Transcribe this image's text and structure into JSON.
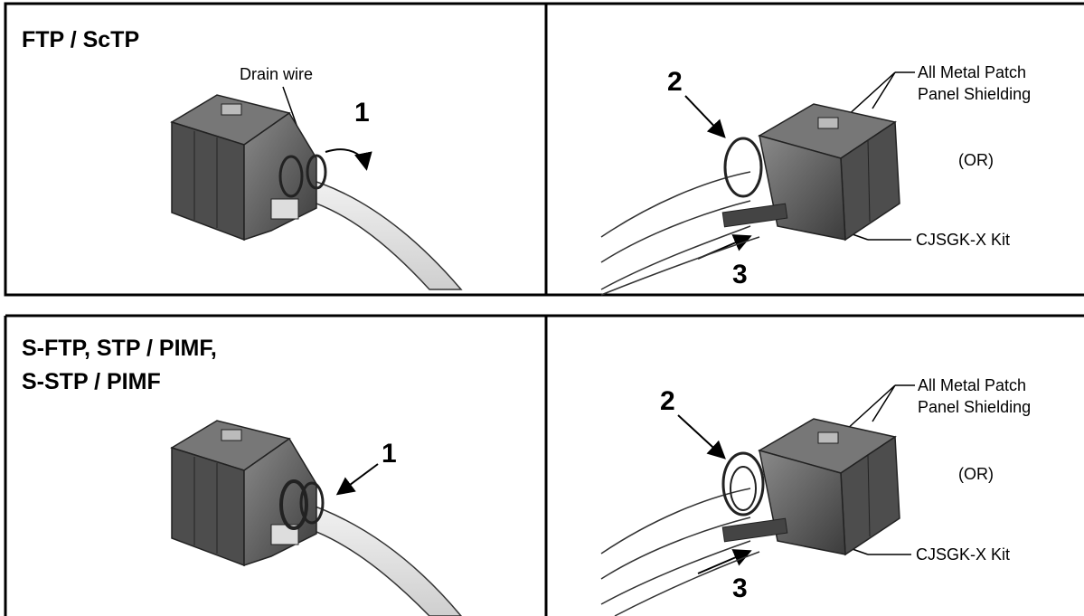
{
  "panels": {
    "ftp_sctp": {
      "title": "FTP / ScTP",
      "drain_wire_label": "Drain wire",
      "step1": "1"
    },
    "ftp_sctp_right": {
      "step2": "2",
      "step3": "3",
      "shielding_line1": "All Metal Patch",
      "shielding_line2": "Panel Shielding",
      "or_label": "(OR)",
      "kit_label": "CJSGK-X Kit"
    },
    "sftp": {
      "title_line1": "S-FTP, STP / PIMF,",
      "title_line2": "S-STP / PIMF",
      "step1": "1"
    },
    "sftp_right": {
      "step2": "2",
      "step3": "3",
      "shielding_line1": "All Metal Patch",
      "shielding_line2": "Panel Shielding",
      "or_label": "(OR)",
      "kit_label": "CJSGK-X Kit"
    }
  },
  "colors": {
    "border": "#000000",
    "jack_dark": "#4a4a4a",
    "jack_mid": "#6e6e6e",
    "jack_light": "#9a9a9a",
    "cable": "#e4e4e4"
  }
}
